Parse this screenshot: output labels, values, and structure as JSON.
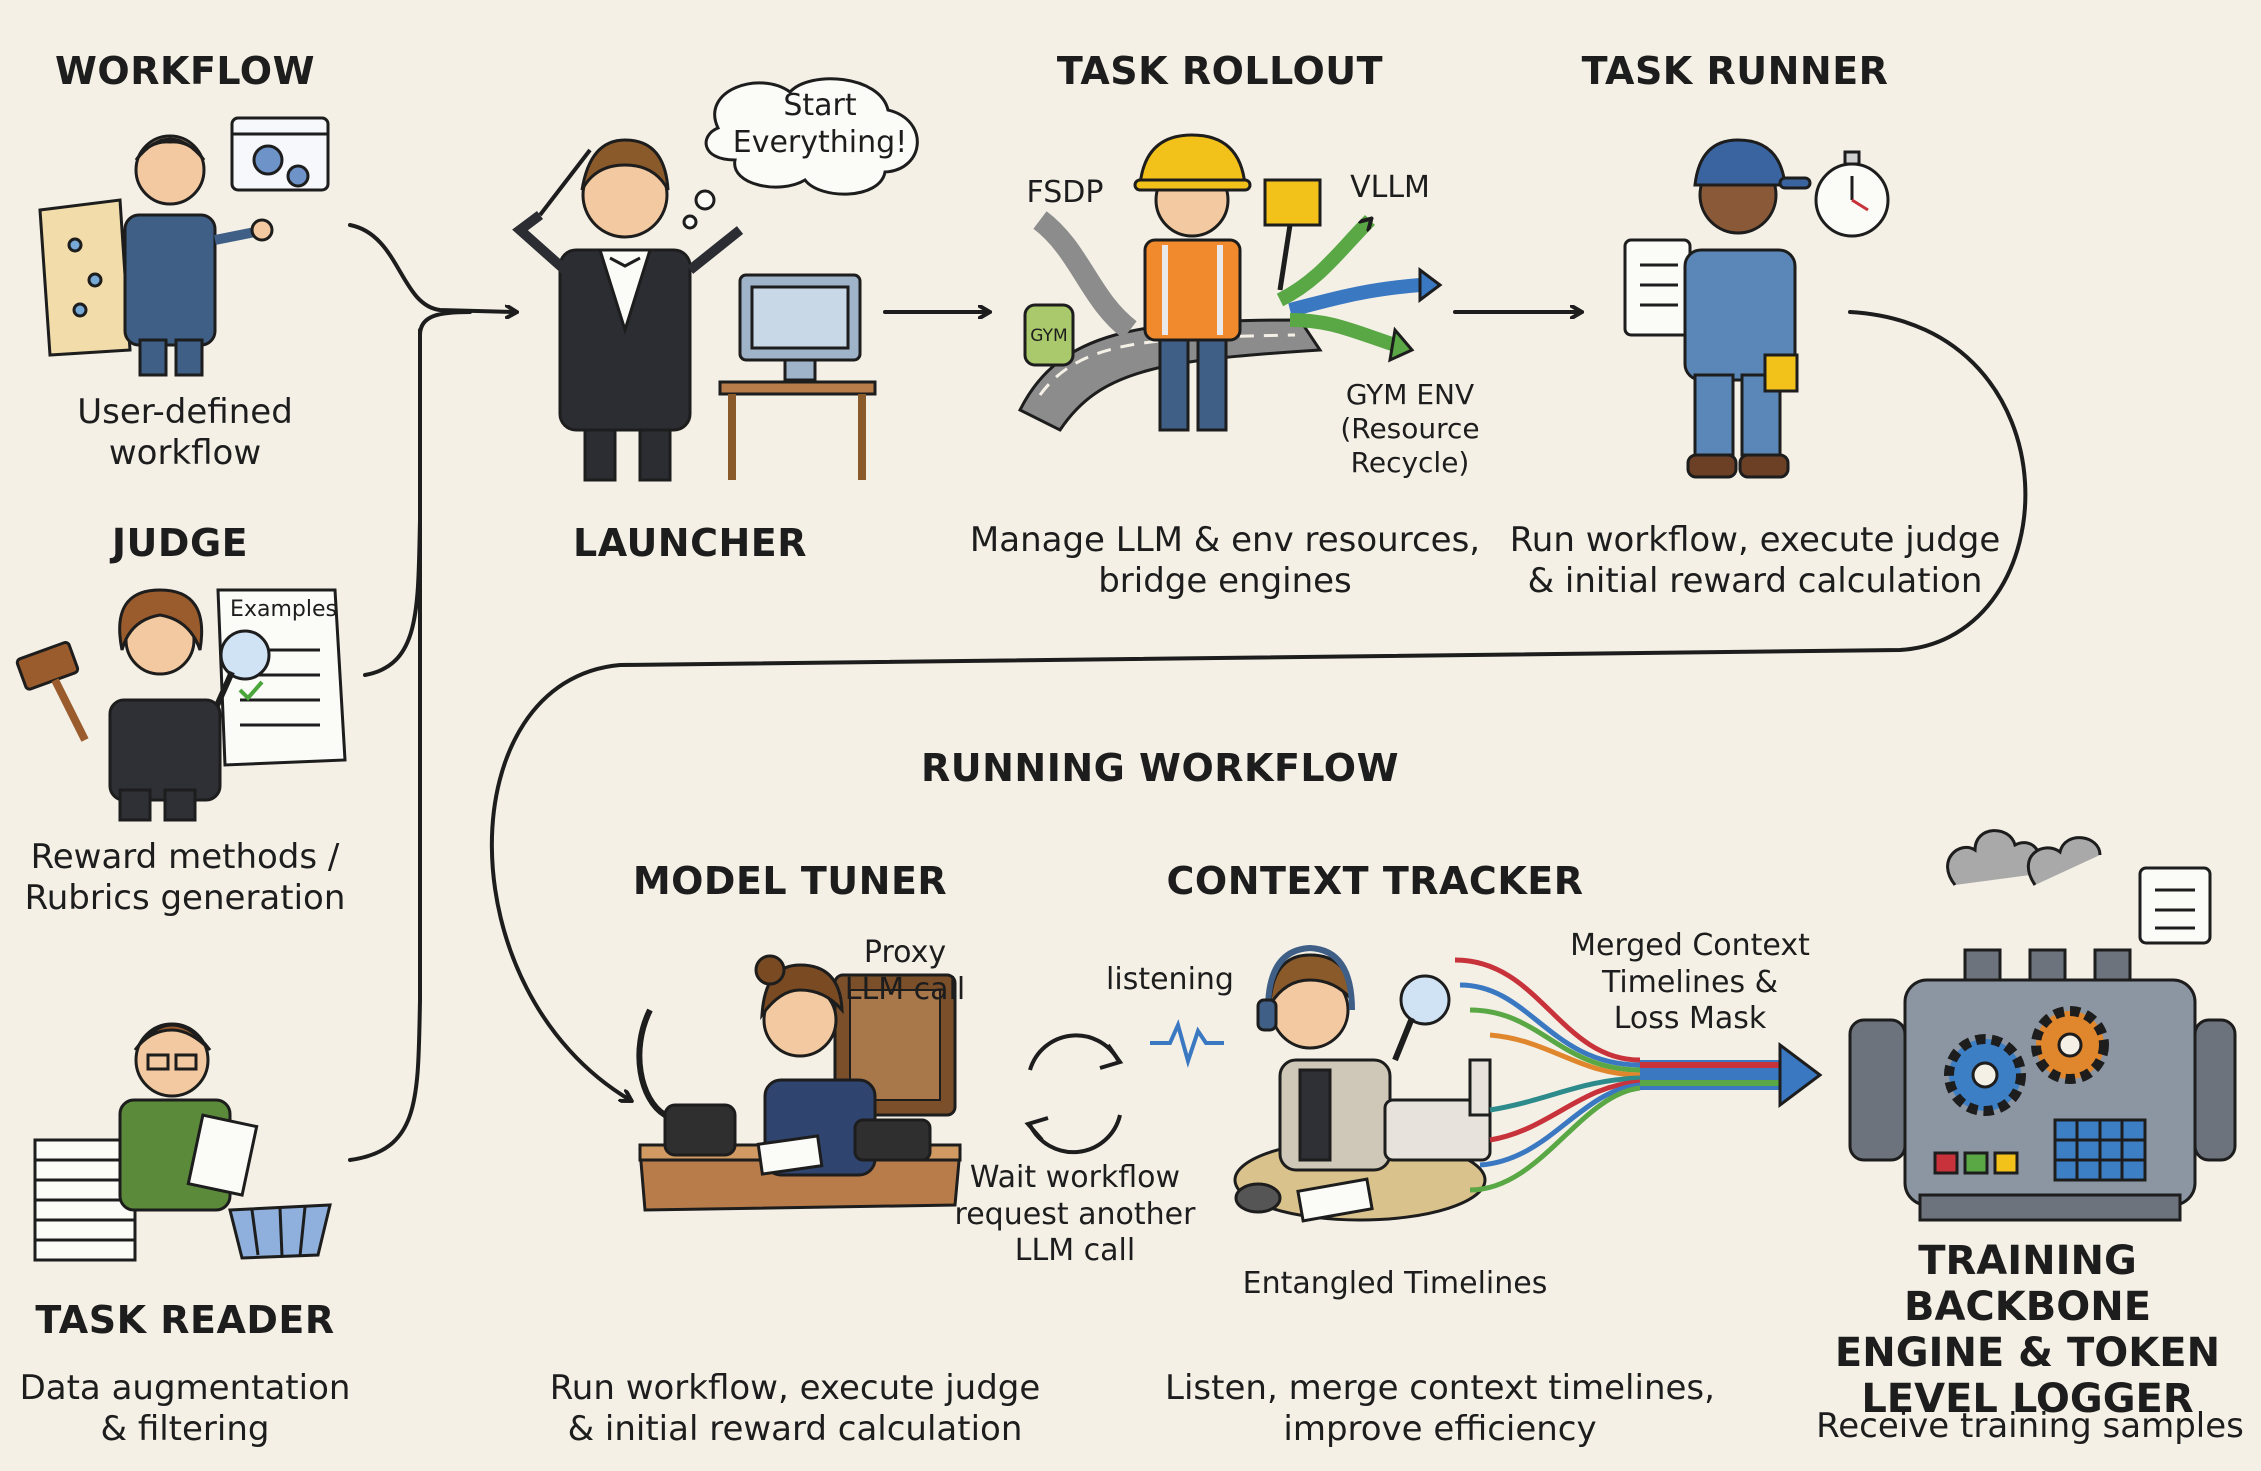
{
  "sections": {
    "workflow": {
      "title": "WORKFLOW",
      "desc": "User-defined\nworkflow"
    },
    "judge": {
      "title": "JUDGE",
      "desc": "Reward methods /\nRubrics generation",
      "paper_label": "Examples"
    },
    "task_reader": {
      "title": "TASK READER",
      "desc": "Data augmentation\n& filtering"
    },
    "launcher": {
      "title": "LAUNCHER",
      "bubble": "Start\nEverything!"
    },
    "task_rollout": {
      "title": "TASK ROLLOUT",
      "desc": "Manage LLM & env resources,\nbridge engines",
      "label_fsdp": "FSDP",
      "label_vllm": "VLLM",
      "label_gym": "GYM",
      "label_gym_env": "GYM ENV\n(Resource\nRecycle)"
    },
    "task_runner": {
      "title": "TASK RUNNER",
      "desc": "Run workflow, execute judge\n& initial reward calculation"
    },
    "running_workflow": {
      "title": "RUNNING WORKFLOW"
    },
    "model_tuner": {
      "title": "MODEL TUNER",
      "desc": "Run workflow, execute judge\n& initial reward calculation",
      "proxy": "Proxy\nLLM call",
      "wait": "Wait workflow\nrequest another\nLLM call"
    },
    "context_tracker": {
      "title": "CONTEXT TRACKER",
      "desc": "Listen, merge context timelines,\nimprove efficiency",
      "listening": "listening",
      "merged": "Merged Context\nTimelines &\nLoss Mask",
      "entangled": "Entangled Timelines"
    },
    "training_backbone": {
      "title": "TRAINING BACKBONE\nENGINE & TOKEN\nLEVEL LOGGER",
      "desc": "Receive training samples"
    }
  },
  "colors": {
    "background": "#f4f0e6",
    "ink": "#1d1d1d",
    "suit_blue": "#3f5f86",
    "hard_hat": "#f2c21b",
    "safety_vest": "#f08a2c",
    "green_arrow": "#5aa845",
    "blue_arrow": "#3a78c2",
    "engine_gray": "#8c96a3",
    "gear_blue": "#3d7fc4",
    "gear_orange": "#e0862c"
  }
}
